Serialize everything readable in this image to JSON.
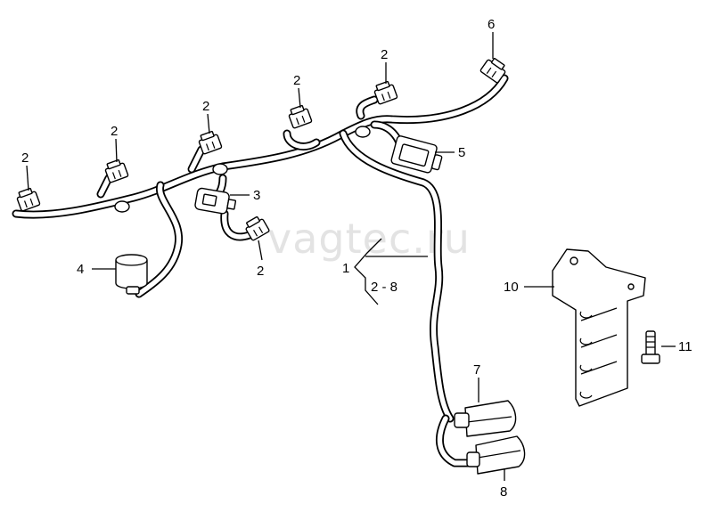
{
  "watermark": "vagtec.ru",
  "callouts": {
    "c1": "1",
    "c1_range": "2 - 8",
    "c2": "2",
    "c3": "3",
    "c4": "4",
    "c5": "5",
    "c6": "6",
    "c7": "7",
    "c8": "8",
    "c10": "10",
    "c11": "11"
  }
}
